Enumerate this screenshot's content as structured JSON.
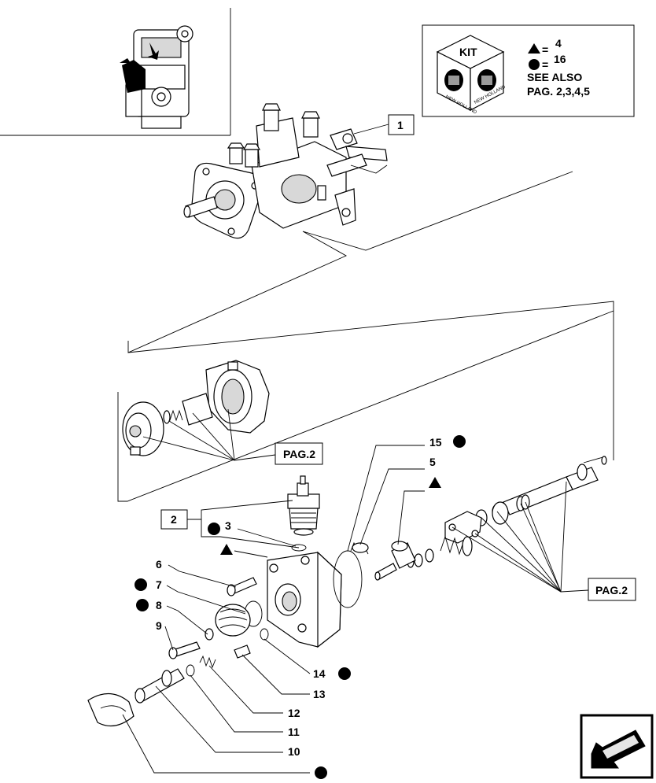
{
  "kit_legend": {
    "kit_label": "KIT",
    "brand_text": "NEW HOLLAND",
    "triangle_count": "4",
    "circle_count": "16",
    "see_also": "SEE ALSO",
    "pages": "PAG. 2,3,4,5",
    "equals": "="
  },
  "callouts": {
    "c1": "1",
    "c2": "2",
    "c3": "3",
    "c5": "5",
    "c6": "6",
    "c7": "7",
    "c8": "8",
    "c9": "9",
    "c10": "10",
    "c11": "11",
    "c12": "12",
    "c13": "13",
    "c14": "14",
    "c15": "15"
  },
  "page_refs": {
    "upper": "PAG.2",
    "right": "PAG.2"
  },
  "colors": {
    "ink": "#000000",
    "paper": "#ffffff",
    "shade": "#d8d8d8"
  },
  "icons": {
    "nav": "arrow-back-icon",
    "kit": "kit-cube-icon"
  }
}
